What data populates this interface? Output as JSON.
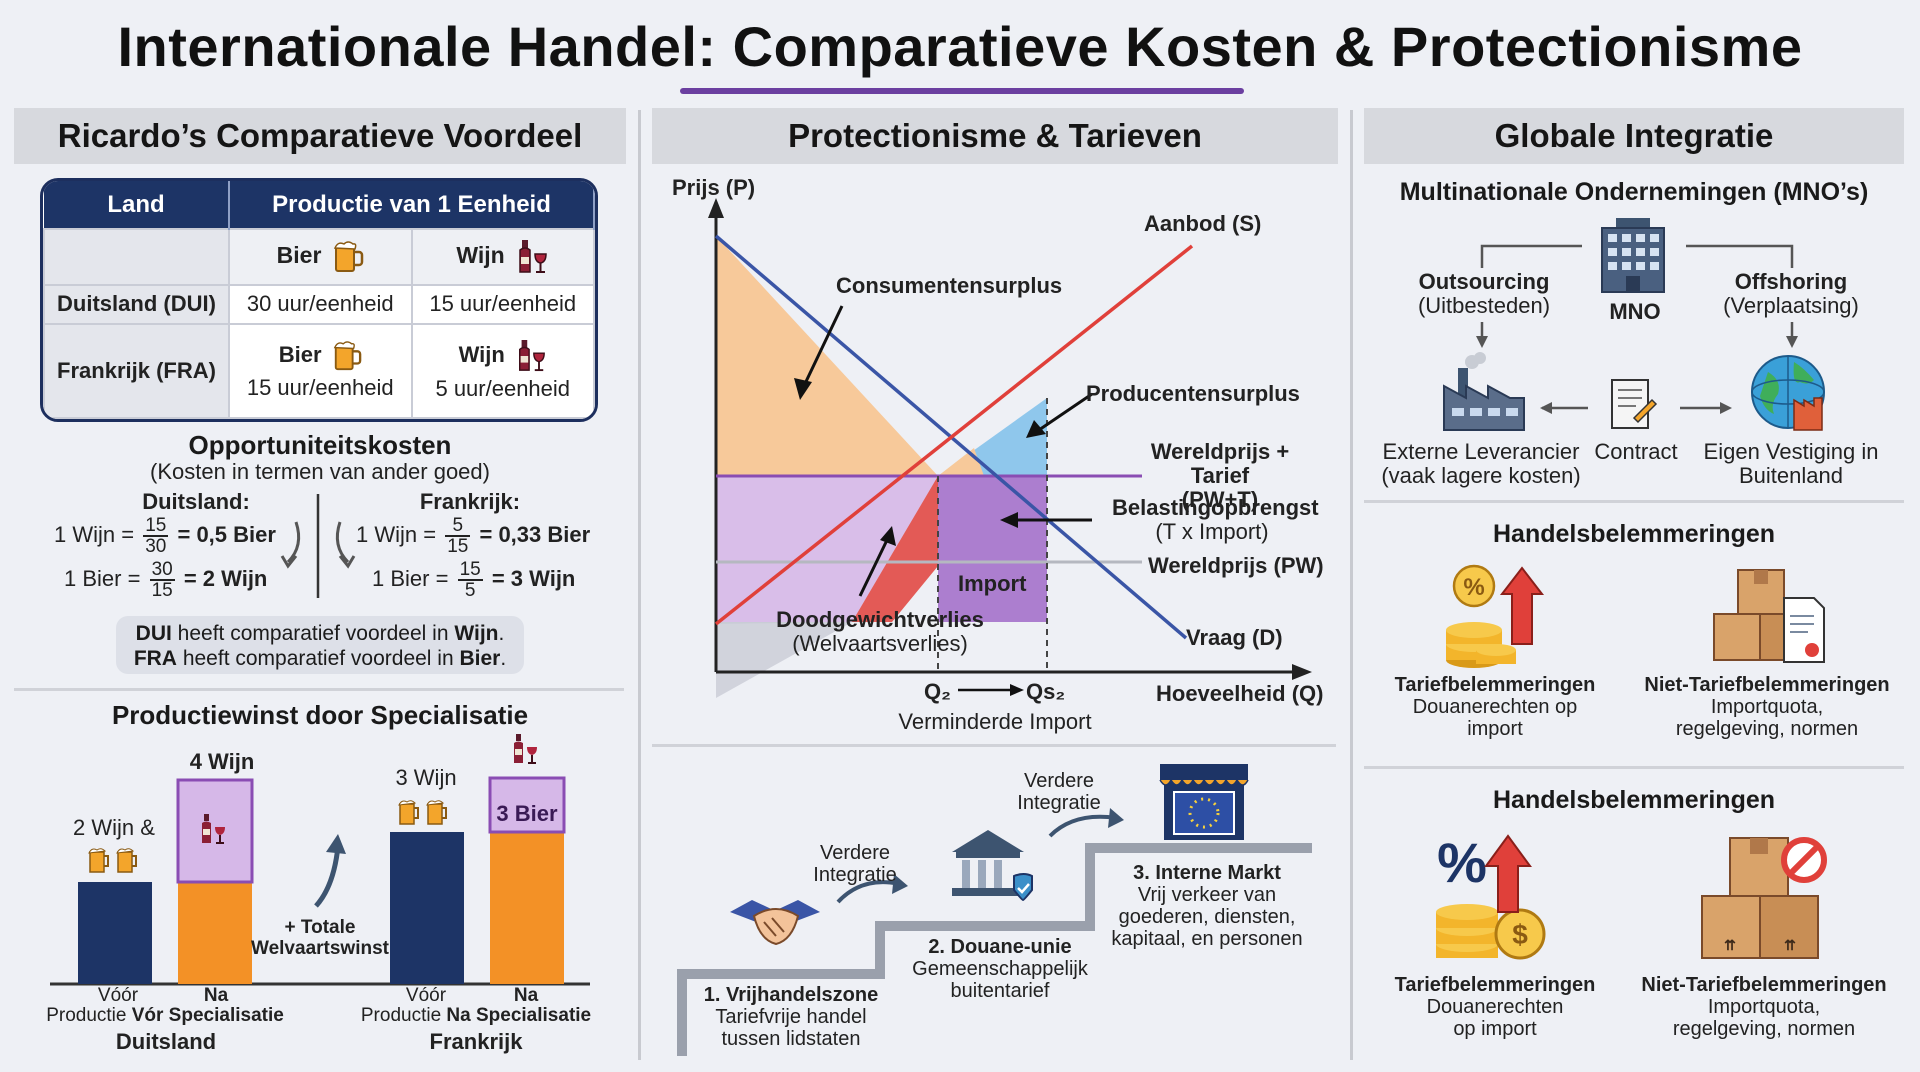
{
  "title": "Internationale Handel: Comparatieve Kosten & Protectionisme",
  "columns": {
    "ricardo": "Ricardo’s Comparatieve Voordeel",
    "protection": "Protectionisme & Tarieven",
    "global": "Globale Integratie"
  },
  "table": {
    "head_land": "Land",
    "head_prod": "Productie van 1 Eenheid",
    "bier": "Bier",
    "wijn": "Wijn",
    "dui_label": "Duitsland (DUI)",
    "dui_bier": "30 uur/eenheid",
    "dui_wijn": "15 uur/eenheid",
    "fra_label": "Frankrijk (FRA)",
    "fra_bier": "15 uur/eenheid",
    "fra_wijn": "5 uur/eenheid"
  },
  "opportunity": {
    "title": "Opportuniteitskosten",
    "subtitle": "(Kosten in termen van ander goed)",
    "de_label": "Duitsland:",
    "fr_label": "Frankrijk:",
    "de_wijn_prefix": "1 Wijn =",
    "de_wijn_num": "15",
    "de_wijn_den": "30",
    "de_wijn_result": "= 0,5 Bier",
    "de_bier_prefix": "1 Bier =",
    "de_bier_num": "30",
    "de_bier_den": "15",
    "de_bier_result": "= 2 Wijn",
    "fr_wijn_prefix": "1 Wijn =",
    "fr_wijn_num": "5",
    "fr_wijn_den": "15",
    "fr_wijn_result": "= 0,33 Bier",
    "fr_bier_prefix": "1 Bier =",
    "fr_bier_num": "15",
    "fr_bier_den": "5",
    "fr_bier_result": "= 3 Wijn",
    "concl_1a": "DUI",
    "concl_1b": " heeft comparatief voordeel in ",
    "concl_1c": "Wijn",
    "concl_2a": "FRA",
    "concl_2b": " heeft comparatief voordeel in ",
    "concl_2c": "Bier"
  },
  "specialisation": {
    "title": "Productiewinst door Specialisatie",
    "de_before_label": "2 Wijn &",
    "de_after_label": "4 Wijn",
    "fr_before_label": "3 Wijn",
    "fr_after_label": "3 Bier",
    "gain_1": "+ Totale",
    "gain_2": "Welvaartswinst",
    "voor": "Vóór",
    "na": "Na",
    "de_caption_1": "Productie ",
    "de_caption_2": "Vór Specialisatie",
    "fr_caption_1": "Productie ",
    "fr_caption_2": "Na Specialisatie",
    "de_country": "Duitsland",
    "fr_country": "Frankrijk"
  },
  "chart": {
    "y_axis": "Prijs (P)",
    "x_axis": "Hoeveelheid (Q)",
    "supply": "Aanbod (S)",
    "demand": "Vraag (D)",
    "cs": "Consumentensurplus",
    "ps": "Producentensurplus",
    "pwt_1": "Wereldprijs + Tarief",
    "pwt_2": "(PW+T)",
    "tax_1": "Belastingopbrengst",
    "tax_2": "(T x Import)",
    "pw": "Wereldprijs (PW)",
    "import": "Import",
    "dwl_1": "Doodgewichtverlies",
    "dwl_2": "(Welvaartsverlies)",
    "q2": "Q₂",
    "qs2": "Qs₂",
    "reduced": "Verminderde Import"
  },
  "chart_data": {
    "type": "supply-demand",
    "lines": [
      {
        "name": "Aanbod (S)",
        "kind": "supply",
        "color": "#e0403a"
      },
      {
        "name": "Vraag (D)",
        "kind": "demand",
        "color": "#3a55a6"
      },
      {
        "name": "Wereldprijs + Tarief (PW+T)",
        "kind": "price-level",
        "color": "#8a4db3"
      },
      {
        "name": "Wereldprijs (PW)",
        "kind": "price-level",
        "color": "#b5b8c0"
      }
    ],
    "areas": [
      "Consumentensurplus",
      "Producentensurplus",
      "Belastingopbrengst",
      "Doodgewichtverlies"
    ]
  },
  "integration": {
    "label_1a": "Verdere",
    "label_1b": "Integratie",
    "label_2a": "Verdere",
    "label_2b": "Integratie",
    "step1_title": "1. Vrijhandelszone",
    "step1_d1": "Tariefvrije handel",
    "step1_d2": "tussen lidstaten",
    "step2_title": "2. Douane-unie",
    "step2_d1": "Gemeenschappelijk",
    "step2_d2": "buitentarief",
    "step3_title": "3. Interne Markt",
    "step3_d1": "Vrij verkeer van",
    "step3_d2": "goederen, diensten,",
    "step3_d3": "kapitaal, en personen"
  },
  "mno": {
    "title": "Multinationale Ondernemingen (MNO’s)",
    "center": "MNO",
    "out_1": "Outsourcing",
    "out_2": "(Uitbesteden)",
    "off_1": "Offshoring",
    "off_2": "(Verplaatsing)",
    "ext_1": "Externe Leverancier",
    "ext_2": "(vaak lagere kosten)",
    "contract": "Contract",
    "own_1": "Eigen Vestiging in",
    "own_2": "Buitenland"
  },
  "barriers1": {
    "title": "Handelsbelemmeringen",
    "tarief": "Tariefbelemmeringen",
    "tarief_d1": "Douanerechten op",
    "tarief_d2": "import",
    "niet": "Niet-Tariefbelemmeringen",
    "niet_d1": "Importquota,",
    "niet_d2": "regelgeving, normen"
  },
  "barriers2": {
    "title": "Handelsbelemmeringen",
    "tarief": "Tariefbelemmeringen",
    "tarief_d1": "Douanerechten",
    "tarief_d2": "op import",
    "niet": "Niet-Tariefbelemmeringen",
    "niet_d1": "Importquota,",
    "niet_d2": "regelgeving, normen"
  },
  "colors": {
    "navy": "#1d3466",
    "orange": "#f39126",
    "purple": "#8a4db3",
    "lilac": "#d6b8e8",
    "red": "#e0403a",
    "blue": "#3a55a6",
    "peach": "#f7c99a",
    "lightblue": "#8fc7ec"
  }
}
